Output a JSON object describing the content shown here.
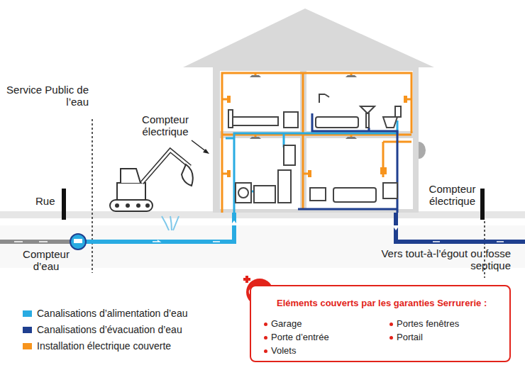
{
  "diagram": {
    "nodes": [
      {
        "text": [
          "Eléments couverts par les garanties Serrurerie :",
          "Garage",
          "Porte d’entrée",
          "Volets",
          "Portes fenêtres",
          "Portail"
        ]
      }
    ],
    "labels": [
      "Service Public de l’eau",
      "Compteur électrique",
      "Compteur électrique",
      "Rue",
      "Compteur d’eau",
      "Vers tout-à-l’égout ou fosse septique"
    ],
    "legend": [
      {
        "text": "Canalisations d’alimentation d’eau",
        "color": "#29abe2"
      },
      {
        "text": "Canalisations d’évacuation d’eau",
        "color": "#1f3f8f"
      },
      {
        "text": "Installation électrique couverte",
        "color": "#f7941d"
      }
    ]
  }
}
